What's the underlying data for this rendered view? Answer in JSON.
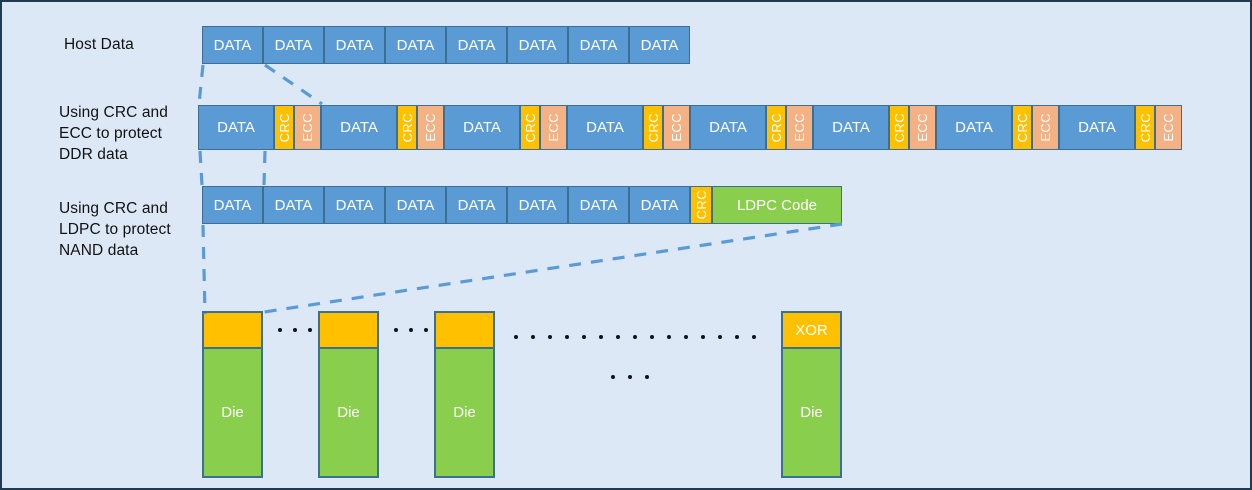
{
  "diagram": {
    "title": "NAND / DDR data protection layering",
    "background_color": "#dde8f6",
    "border_color": "#1f3b52",
    "colors": {
      "data_block": "#5b9bd5",
      "crc_block": "#ffc000",
      "ecc_block": "#f4b183",
      "ldpc_block": "#8ace4e",
      "die_body": "#8ace4e",
      "xor_block": "#ffc000",
      "block_border": "#3d6f93",
      "connector_line": "#5b9bd5",
      "dot": "#131313"
    }
  },
  "labels": {
    "host": "Host Data",
    "ddr": "Using CRC and ECC to protect DDR data",
    "nand": "Using CRC and LDPC to protect NAND data"
  },
  "rows": {
    "host_data": {
      "cells": [
        {
          "text": "DATA",
          "kind": "data"
        },
        {
          "text": "DATA",
          "kind": "data"
        },
        {
          "text": "DATA",
          "kind": "data"
        },
        {
          "text": "DATA",
          "kind": "data"
        },
        {
          "text": "DATA",
          "kind": "data"
        },
        {
          "text": "DATA",
          "kind": "data"
        },
        {
          "text": "DATA",
          "kind": "data"
        },
        {
          "text": "DATA",
          "kind": "data"
        }
      ]
    },
    "ddr_protected": {
      "cells": [
        {
          "text": "DATA",
          "kind": "data"
        },
        {
          "text": "CRC",
          "kind": "crc"
        },
        {
          "text": "ECC",
          "kind": "ecc"
        },
        {
          "text": "DATA",
          "kind": "data"
        },
        {
          "text": "CRC",
          "kind": "crc"
        },
        {
          "text": "ECC",
          "kind": "ecc"
        },
        {
          "text": "DATA",
          "kind": "data"
        },
        {
          "text": "CRC",
          "kind": "crc"
        },
        {
          "text": "ECC",
          "kind": "ecc"
        },
        {
          "text": "DATA",
          "kind": "data"
        },
        {
          "text": "CRC",
          "kind": "crc"
        },
        {
          "text": "ECC",
          "kind": "ecc"
        },
        {
          "text": "DATA",
          "kind": "data"
        },
        {
          "text": "CRC",
          "kind": "crc"
        },
        {
          "text": "ECC",
          "kind": "ecc"
        },
        {
          "text": "DATA",
          "kind": "data"
        },
        {
          "text": "CRC",
          "kind": "crc"
        },
        {
          "text": "ECC",
          "kind": "ecc"
        },
        {
          "text": "DATA",
          "kind": "data"
        },
        {
          "text": "CRC",
          "kind": "crc"
        },
        {
          "text": "ECC",
          "kind": "ecc"
        },
        {
          "text": "DATA",
          "kind": "data"
        },
        {
          "text": "CRC",
          "kind": "crc"
        },
        {
          "text": "ECC",
          "kind": "ecc"
        }
      ]
    },
    "nand_protected": {
      "cells": [
        {
          "text": "DATA",
          "kind": "data"
        },
        {
          "text": "DATA",
          "kind": "data"
        },
        {
          "text": "DATA",
          "kind": "data"
        },
        {
          "text": "DATA",
          "kind": "data"
        },
        {
          "text": "DATA",
          "kind": "data"
        },
        {
          "text": "DATA",
          "kind": "data"
        },
        {
          "text": "DATA",
          "kind": "data"
        },
        {
          "text": "DATA",
          "kind": "data"
        },
        {
          "text": "CRC",
          "kind": "crc"
        },
        {
          "text": "LDPC Code",
          "kind": "ldpc"
        }
      ]
    }
  },
  "dies": [
    {
      "top": "",
      "body": "Die",
      "is_xor": false
    },
    {
      "top": "",
      "body": "Die",
      "is_xor": false
    },
    {
      "top": "",
      "body": "Die",
      "is_xor": false
    },
    {
      "top": "XOR",
      "body": "Die",
      "is_xor": true
    }
  ],
  "dot_groups": {
    "between_die_1_2": 3,
    "between_die_2_3": 3,
    "long_run": 15,
    "short_run": 3
  }
}
